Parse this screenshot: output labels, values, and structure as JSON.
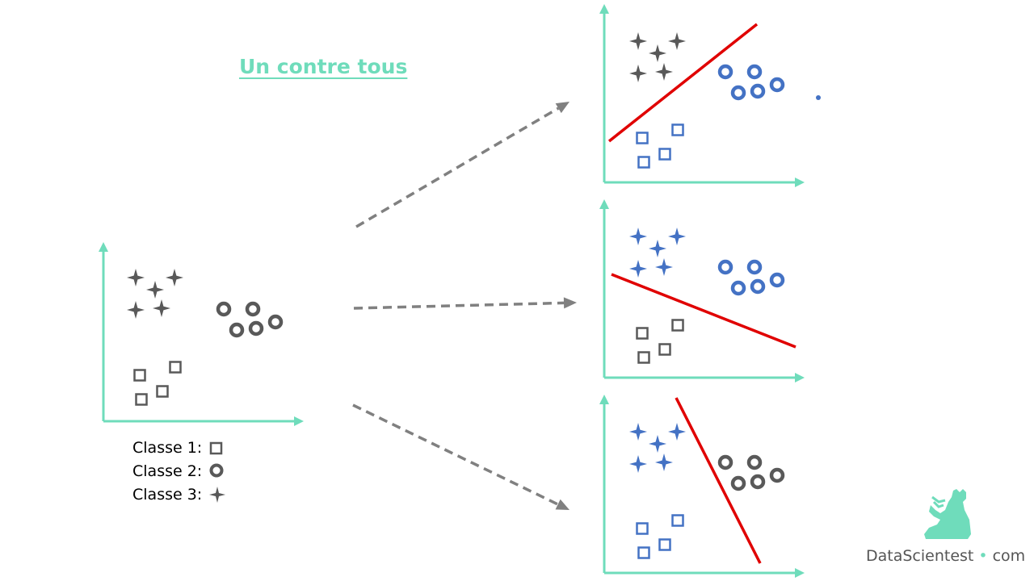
{
  "title": "Un contre tous",
  "colors": {
    "accent": "#6fdcbb",
    "gray": "#595959",
    "blue": "#4472c4",
    "red": "#e00000",
    "arrow": "#808080"
  },
  "legend": [
    {
      "label": "Classe 1:",
      "shape": "square"
    },
    {
      "label": "Classe 2:",
      "shape": "circle"
    },
    {
      "label": "Classe 3:",
      "shape": "star"
    }
  ],
  "brand": {
    "name": "DataScientest",
    "dot": "•",
    "suffix": "com",
    "logo_icon": "sphinx-logo-icon"
  },
  "icons": {
    "square": "square-marker-icon",
    "circle": "ring-marker-icon",
    "star": "four-point-star-marker-icon",
    "arrow": "dashed-arrow-icon"
  },
  "panels": {
    "source": {
      "squares": "gray",
      "circles": "gray",
      "stars": "gray",
      "separator": "none"
    },
    "binary": [
      {
        "squares": "blue",
        "circles": "blue",
        "stars": "gray",
        "separator": "stars-vs-rest"
      },
      {
        "squares": "gray",
        "circles": "blue",
        "stars": "blue",
        "separator": "squares-vs-rest"
      },
      {
        "squares": "blue",
        "circles": "gray",
        "stars": "blue",
        "separator": "circles-vs-rest"
      }
    ]
  }
}
